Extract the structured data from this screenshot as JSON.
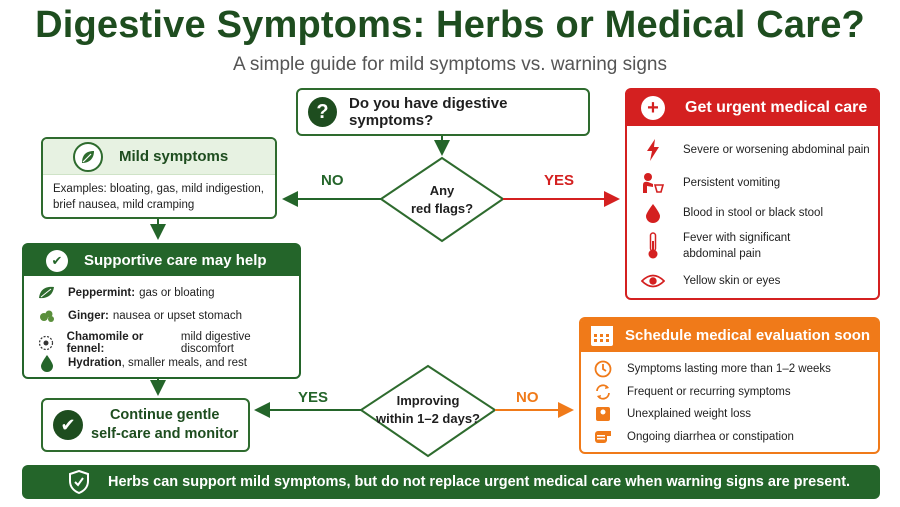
{
  "title": "Digestive Symptoms: Herbs or Medical Care?",
  "subtitle": "A simple guide for mild symptoms vs. warning signs",
  "question": {
    "icon": "question-icon",
    "glyph": "?",
    "text": "Do you have digestive symptoms?"
  },
  "decision1": {
    "line1": "Any",
    "line2": "red flags?",
    "no_label": "NO",
    "yes_label": "YES"
  },
  "mild": {
    "icon": "leaf-icon",
    "title": "Mild symptoms",
    "line1": "Examples: bloating, gas, mild indigestion,",
    "line2": "brief nausea, mild cramping"
  },
  "supportive": {
    "title": "Supportive care may help",
    "items": [
      {
        "icon": "peppermint-leaf-icon",
        "bold": "Peppermint:",
        "text": "gas or bloating"
      },
      {
        "icon": "ginger-root-icon",
        "bold": "Ginger:",
        "text": "nausea or upset stomach"
      },
      {
        "icon": "chamomile-flower-icon",
        "bold": "Chamomile or fennel:",
        "text": "mild digestive discomfort"
      },
      {
        "icon": "water-drop-icon",
        "bold": "Hydration",
        "text": ", smaller meals, and rest"
      }
    ]
  },
  "decision2": {
    "line1": "Improving",
    "line2": "within 1–2 days?",
    "yes_label": "YES",
    "no_label": "NO"
  },
  "continue": {
    "icon": "checkmark-icon",
    "line1": "Continue gentle",
    "line2": "self-care and monitor"
  },
  "urgent": {
    "title": "Get urgent medical care",
    "items": [
      {
        "icon": "lightning-pain-icon",
        "text": "Severe or worsening abdominal pain"
      },
      {
        "icon": "vomiting-person-icon",
        "text": "Persistent vomiting"
      },
      {
        "icon": "blood-drop-icon",
        "text": "Blood in stool or black stool"
      },
      {
        "icon": "thermometer-icon",
        "line1": "Fever with significant",
        "line2": "abdominal pain"
      },
      {
        "icon": "eye-icon",
        "text": "Yellow skin or eyes"
      }
    ]
  },
  "evaluation": {
    "title": "Schedule medical evaluation soon",
    "items": [
      {
        "icon": "clock-icon",
        "text": "Symptoms lasting more than 1–2 weeks"
      },
      {
        "icon": "recurring-arrows-icon",
        "text": "Frequent or recurring symptoms"
      },
      {
        "icon": "scale-icon",
        "text": "Unexplained weight loss"
      },
      {
        "icon": "toilet-paper-icon",
        "text": "Ongoing diarrhea or constipation"
      }
    ]
  },
  "footer": "Herbs can support mild symptoms, but do not replace urgent medical care when warning signs are present.",
  "colors": {
    "green": "#24652a",
    "dark_green": "#1e4d1f",
    "red": "#d42020",
    "orange": "#f07a19"
  }
}
